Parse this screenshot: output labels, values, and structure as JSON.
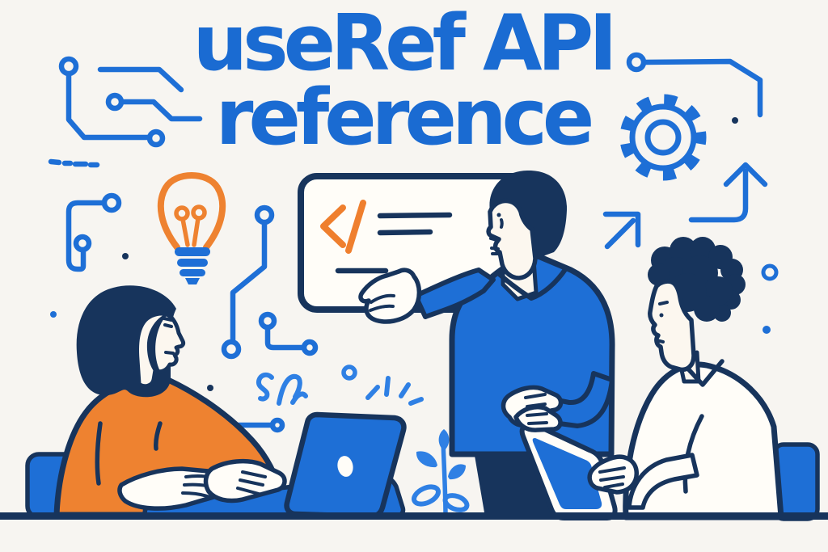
{
  "title": {
    "line1": "useRef API",
    "line2": "reference"
  },
  "colors": {
    "background": "#f7f5f1",
    "blue": "#1e6fd6",
    "blue_light": "#2f80e4",
    "navy": "#17345c",
    "orange": "#ee8230",
    "orange_accent": "#ef7f2e",
    "skin": "#fcf7ef",
    "paper": "#fffdf8",
    "title_blue": "#1a6bd2"
  },
  "scene": {
    "type": "flat vector illustration",
    "icons": [
      "circuit-trace-icon",
      "lightbulb-icon",
      "gear-icon",
      "code-window",
      "code-tag-icon",
      "arrow-up-icon",
      "arrow-diagonal-icon",
      "sparkle-burst-icon",
      "plant-sprig-icon",
      "laptop-icon",
      "tablet-icon",
      "squiggle-doodle"
    ],
    "people": [
      "woman-typing-on-laptop",
      "man-presenting-code-window",
      "person-holding-tablet"
    ]
  }
}
